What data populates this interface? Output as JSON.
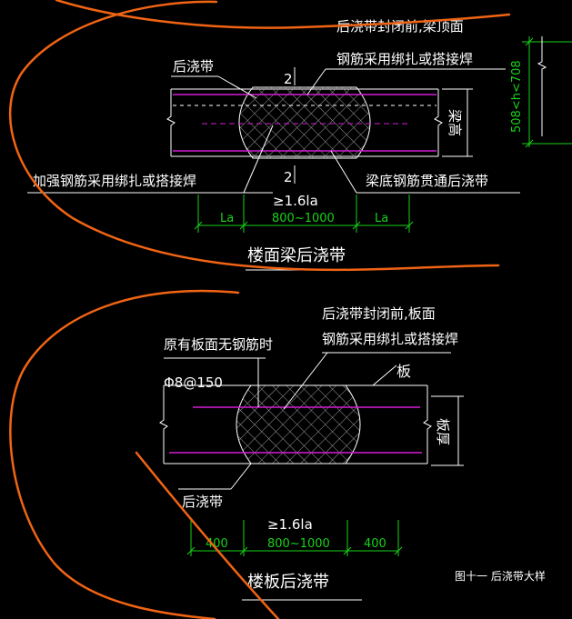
{
  "beam_detail": {
    "label_post_cast_strip": "后浇带",
    "note_top": "后浇带封闭前,梁顶面",
    "note_top_2": "钢筋采用绑扎或搭接焊",
    "section_mark_top": "2",
    "section_mark_bottom": "2",
    "note_reinforce": "加强钢筋采用绑扎或搭接焊",
    "note_bottom_bar": "梁底钢筋贯通后浇带",
    "label_beam_height": "梁高",
    "dim_side_height": "508<h<708",
    "dim_min": "≥1.6la",
    "dim_left": "La",
    "dim_mid": "800~1000",
    "dim_right": "La",
    "title": "楼面梁后浇带"
  },
  "slab_detail": {
    "note_top": "后浇带封闭前,板面",
    "note_top_2": "钢筋采用绑扎或搭接焊",
    "note_no_rebar": "原有板面无钢筋时",
    "rebar_spec": "Φ8@150",
    "label_slab": "板",
    "label_slab_thickness": "板厚",
    "label_post_cast_strip": "后浇带",
    "dim_min": "≥1.6la",
    "dim_left": "400",
    "dim_mid": "800~1000",
    "dim_right": "400",
    "title": "楼板后浇带"
  },
  "figure_caption": "图十一 后浇带大样",
  "colors": {
    "background": "#000000",
    "text": "#ffffff",
    "dimension": "#19d219",
    "rebar": "#d21ed2",
    "hatch": "#a0a0a0",
    "annotation_stroke": "#f06414"
  }
}
